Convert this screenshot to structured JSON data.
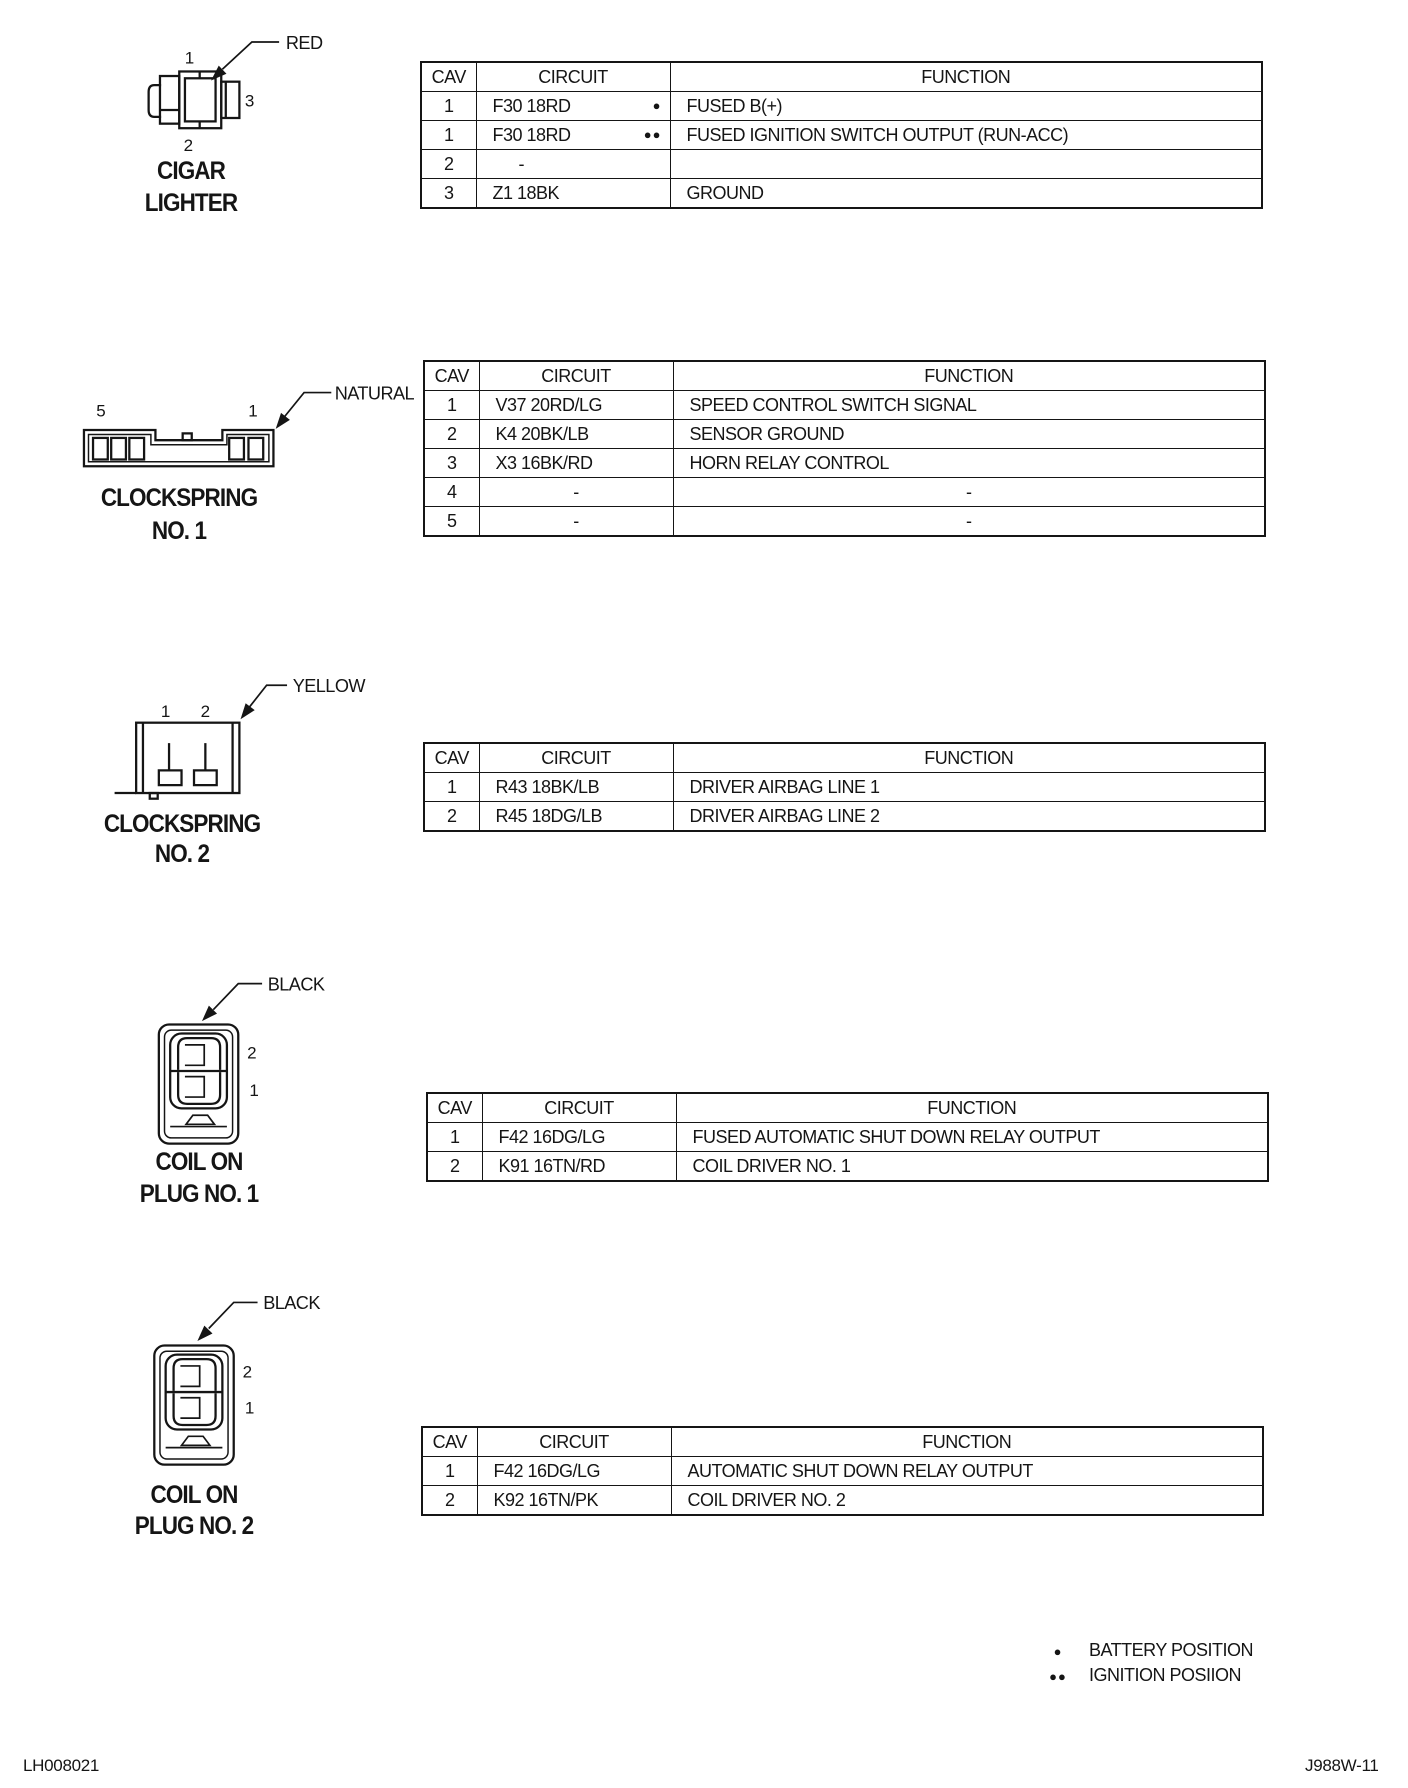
{
  "connectors": [
    {
      "name": [
        "CIGAR",
        "LIGHTER"
      ],
      "color": "RED",
      "pin_labels": [
        "1",
        "3",
        "2"
      ],
      "table": {
        "headers": [
          "CAV",
          "CIRCUIT",
          "FUNCTION"
        ],
        "rows": [
          {
            "cav": "1",
            "circuit": "F30 18RD",
            "mark": "●",
            "function": "FUSED B(+)"
          },
          {
            "cav": "1",
            "circuit": "F30 18RD",
            "mark": "●●",
            "function": "FUSED IGNITION SWITCH OUTPUT (RUN-ACC)"
          },
          {
            "cav": "2",
            "circuit": "-"
          },
          {
            "cav": "3",
            "circuit": "Z1 18BK",
            "function": "GROUND"
          }
        ]
      }
    },
    {
      "name": [
        "CLOCKSPRING",
        "NO. 1"
      ],
      "color": "NATURAL",
      "pin_labels": [
        "5",
        "1"
      ],
      "table": {
        "headers": [
          "CAV",
          "CIRCUIT",
          "FUNCTION"
        ],
        "rows": [
          {
            "cav": "1",
            "circuit": "V37 20RD/LG",
            "function": "SPEED CONTROL SWITCH SIGNAL"
          },
          {
            "cav": "2",
            "circuit": "K4 20BK/LB",
            "function": "SENSOR GROUND"
          },
          {
            "cav": "3",
            "circuit": "X3 16BK/RD",
            "function": "HORN RELAY CONTROL"
          },
          {
            "cav": "4",
            "circuit": "-",
            "function": "-"
          },
          {
            "cav": "5",
            "circuit": "-",
            "function": "-"
          }
        ]
      }
    },
    {
      "name": [
        "CLOCKSPRING",
        "NO. 2"
      ],
      "color": "YELLOW",
      "pin_labels": [
        "1",
        "2"
      ],
      "table": {
        "headers": [
          "CAV",
          "CIRCUIT",
          "FUNCTION"
        ],
        "rows": [
          {
            "cav": "1",
            "circuit": "R43 18BK/LB",
            "function": "DRIVER AIRBAG LINE 1"
          },
          {
            "cav": "2",
            "circuit": "R45 18DG/LB",
            "function": "DRIVER AIRBAG LINE 2"
          }
        ]
      }
    },
    {
      "name": [
        "COIL ON",
        "PLUG NO. 1"
      ],
      "color": "BLACK",
      "pin_labels": [
        "2",
        "1"
      ],
      "table": {
        "headers": [
          "CAV",
          "CIRCUIT",
          "FUNCTION"
        ],
        "rows": [
          {
            "cav": "1",
            "circuit": "F42 16DG/LG",
            "function": "FUSED AUTOMATIC SHUT DOWN RELAY OUTPUT"
          },
          {
            "cav": "2",
            "circuit": "K91 16TN/RD",
            "function": "COIL DRIVER NO. 1"
          }
        ]
      }
    },
    {
      "name": [
        "COIL ON",
        "PLUG NO. 2"
      ],
      "color": "BLACK",
      "pin_labels": [
        "2",
        "1"
      ],
      "table": {
        "headers": [
          "CAV",
          "CIRCUIT",
          "FUNCTION"
        ],
        "rows": [
          {
            "cav": "1",
            "circuit": "F42 16DG/LG",
            "function": "AUTOMATIC SHUT DOWN RELAY OUTPUT"
          },
          {
            "cav": "2",
            "circuit": "K92 16TN/PK",
            "function": "COIL DRIVER NO. 2"
          }
        ]
      }
    }
  ],
  "legend": [
    {
      "symbol": "●",
      "label": "BATTERY POSITION"
    },
    {
      "symbol": "●●",
      "label": "IGNITION POSIION"
    }
  ],
  "footer": {
    "left": "LH008021",
    "right": "J988W-11"
  }
}
